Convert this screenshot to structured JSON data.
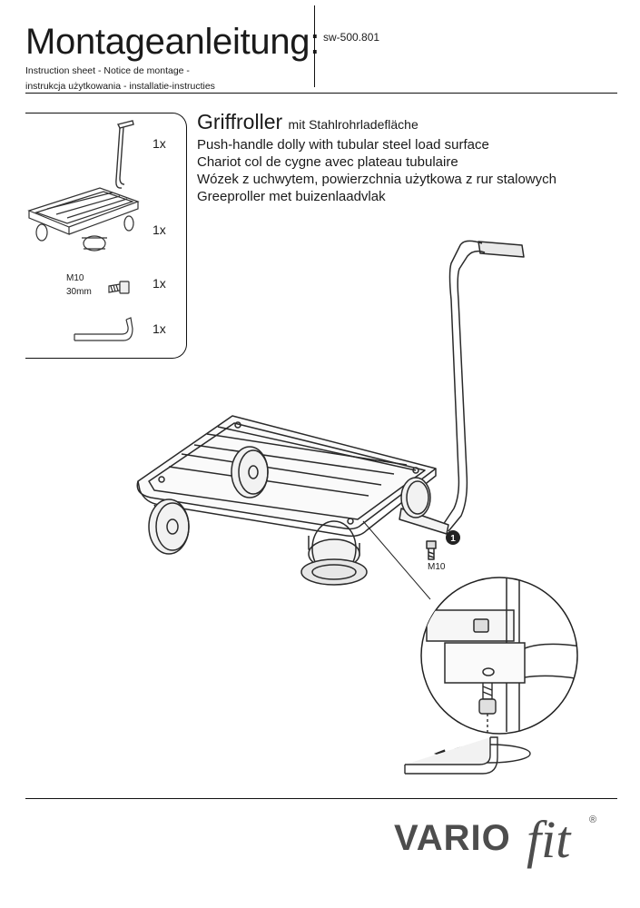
{
  "header": {
    "title": "Montageanleitung:",
    "doc_number": "sw-500.801",
    "subtitle_line1": "Instruction sheet - Notice de montage  -",
    "subtitle_line2": "instrukcja użytkowania - installatie-instructies"
  },
  "parts": {
    "items": [
      {
        "icon": "push-handle-icon",
        "qty": "1x"
      },
      {
        "icon": "dolly-frame-icon",
        "qty": "1x"
      },
      {
        "icon": "screw-icon",
        "qty": "1x",
        "spec_line1": "M10",
        "spec_line2": "30mm"
      },
      {
        "icon": "hex-key-icon",
        "qty": "1x"
      }
    ]
  },
  "product": {
    "name": "Griffroller",
    "name_suffix": "mit Stahlrohrladefläche",
    "descriptions": [
      "Push-handle dolly with tubular steel load surface",
      "Chariot col de cygne avec plateau tubulaire",
      "Wózek z uchwytem, powierzchnia użytkowa z rur stalowych",
      "Greeproller met buizenlaadvlak"
    ]
  },
  "diagram": {
    "step_number": "1",
    "screw_label": "M10"
  },
  "brand": {
    "logo_part1": "VARIO",
    "logo_part2": "fit",
    "registered": "®",
    "color": "#4d4d4d"
  }
}
